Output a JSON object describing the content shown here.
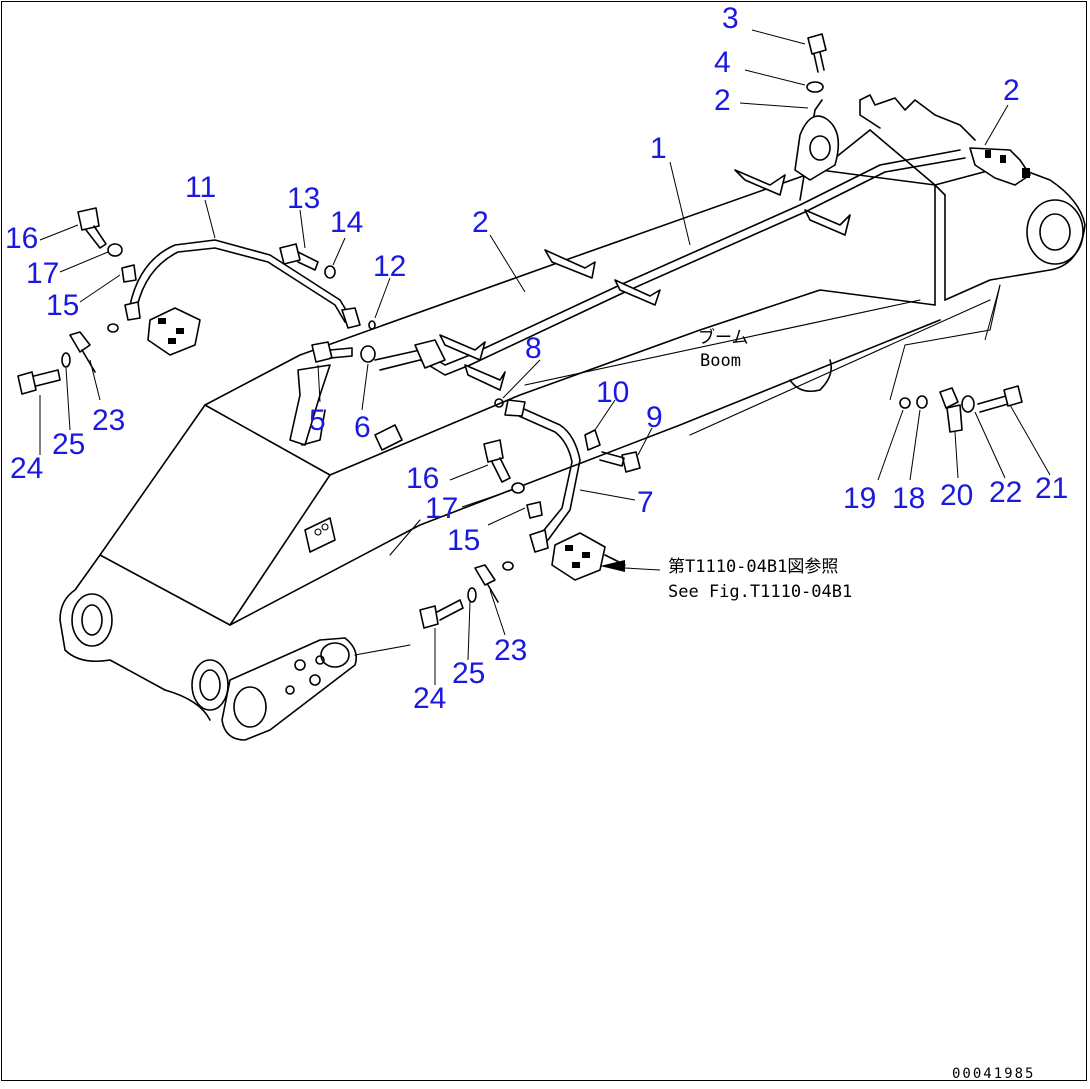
{
  "diagram": {
    "callouts": {
      "c1": "1",
      "c2a": "2",
      "c2b": "2",
      "c2c": "2",
      "c3": "3",
      "c4": "4",
      "c5": "5",
      "c6": "6",
      "c7": "7",
      "c8": "8",
      "c9": "9",
      "c10": "10",
      "c11": "11",
      "c12": "12",
      "c13": "13",
      "c14": "14",
      "c15a": "15",
      "c15b": "15",
      "c16a": "16",
      "c16b": "16",
      "c17a": "17",
      "c17b": "17",
      "c18": "18",
      "c19": "19",
      "c20": "20",
      "c21": "21",
      "c22": "22",
      "c23a": "23",
      "c23b": "23",
      "c24a": "24",
      "c24b": "24",
      "c25a": "25",
      "c25b": "25"
    },
    "boom_label_jp": "ブーム",
    "boom_label_en": "Boom",
    "reference_jp": "第T1110-04B1図参照",
    "reference_en": "See Fig.T1110-04B1",
    "drawing_number": "00041985"
  }
}
